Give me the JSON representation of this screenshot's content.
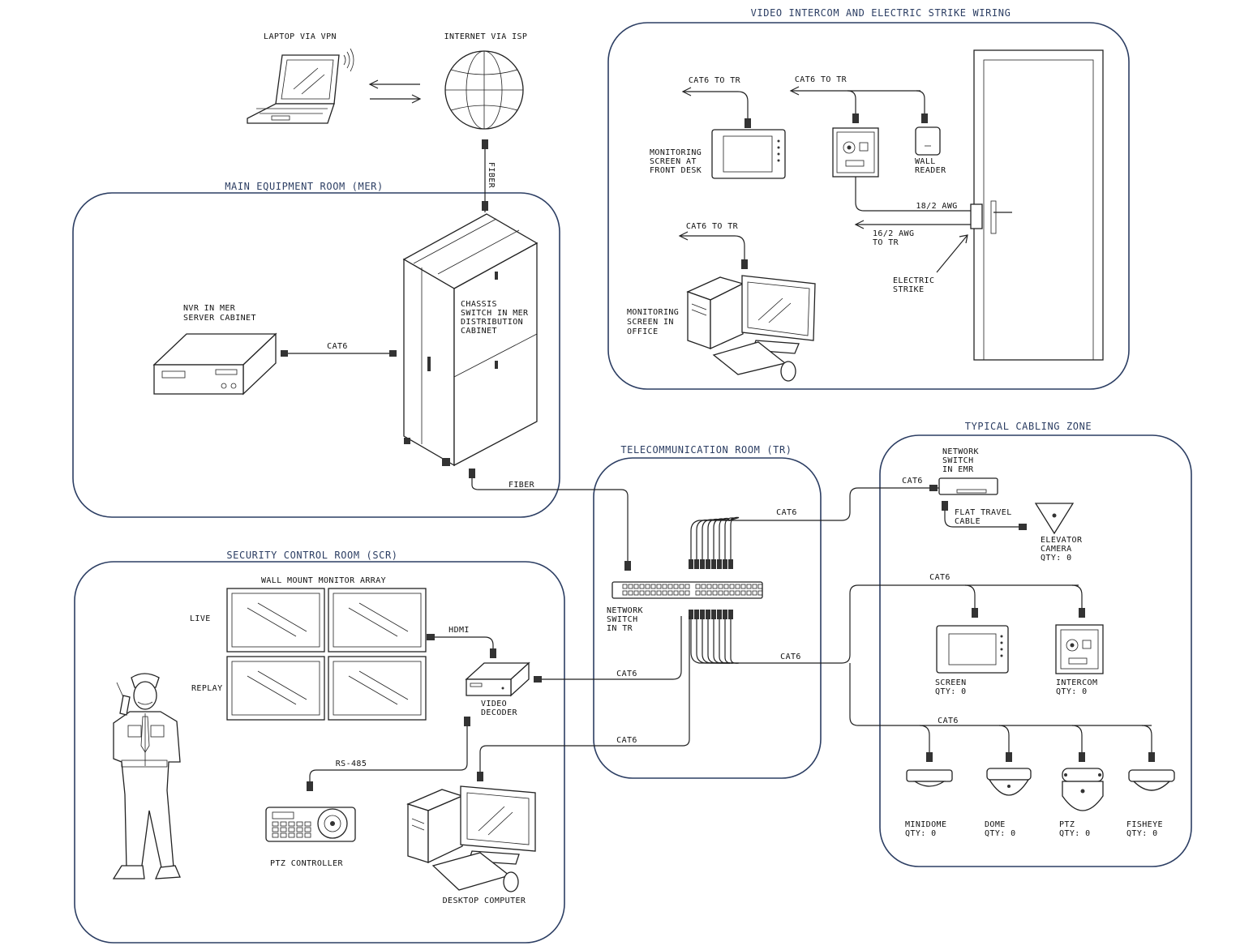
{
  "zones": {
    "intercom": "VIDEO INTERCOM AND ELECTRIC STRIKE WIRING",
    "mer": "MAIN EQUIPMENT ROOM (MER)",
    "tr": "TELECOMMUNICATION ROOM (TR)",
    "cabling": "TYPICAL CABLING ZONE",
    "scr": "SECURITY CONTROL ROOM (SCR)"
  },
  "top": {
    "laptop": "LAPTOP VIA VPN",
    "internet": "INTERNET VIA ISP",
    "fiber": "FIBER"
  },
  "mer": {
    "nvr": [
      "NVR IN MER",
      "SERVER CABINET"
    ],
    "cat6": "CAT6",
    "chassis": [
      "CHASSIS",
      "SWITCH IN MER",
      "DISTRIBUTION",
      "CABINET"
    ],
    "fiber": "FIBER"
  },
  "intercom": {
    "cat6_a": "CAT6 TO TR",
    "cat6_b": "CAT6 TO TR",
    "cat6_c": "CAT6 TO TR",
    "front_desk": [
      "MONITORING",
      "SCREEN AT",
      "FRONT DESK"
    ],
    "wall_reader": [
      "WALL",
      "READER"
    ],
    "awg18": "18/2 AWG",
    "awg16": [
      "16/2 AWG",
      "TO TR"
    ],
    "strike": [
      "ELECTRIC",
      "STRIKE"
    ],
    "office": [
      "MONITORING",
      "SCREEN IN",
      "OFFICE"
    ]
  },
  "tr": {
    "switch": [
      "NETWORK",
      "SWITCH",
      "IN TR"
    ],
    "cat6_top": "CAT6",
    "cat6_mid": "CAT6"
  },
  "cabling": {
    "cat6_a": "CAT6",
    "emr_switch": [
      "NETWORK",
      "SWITCH",
      "IN EMR"
    ],
    "flat_cable": [
      "FLAT TRAVEL",
      "CABLE"
    ],
    "elevator": [
      "ELEVATOR",
      "CAMERA",
      "QTY: 0"
    ],
    "cat6_b": "CAT6",
    "screen": [
      "SCREEN",
      "QTY: 0"
    ],
    "intercom": [
      "INTERCOM",
      "QTY: 0"
    ],
    "cat6_c": "CAT6",
    "minidome": [
      "MINIDOME",
      "QTY: 0"
    ],
    "dome": [
      "DOME",
      "QTY: 0"
    ],
    "ptz": [
      "PTZ",
      "QTY: 0"
    ],
    "fisheye": [
      "FISHEYE",
      "QTY: 0"
    ]
  },
  "scr": {
    "array": "WALL MOUNT MONITOR ARRAY",
    "live": "LIVE",
    "replay": "REPLAY",
    "hdmi": "HDMI",
    "decoder": [
      "VIDEO",
      "DECODER"
    ],
    "cat6_a": "CAT6",
    "cat6_b": "CAT6",
    "rs485": "RS-485",
    "ptz_ctrl": "PTZ CONTROLLER",
    "desktop": "DESKTOP COMPUTER"
  }
}
